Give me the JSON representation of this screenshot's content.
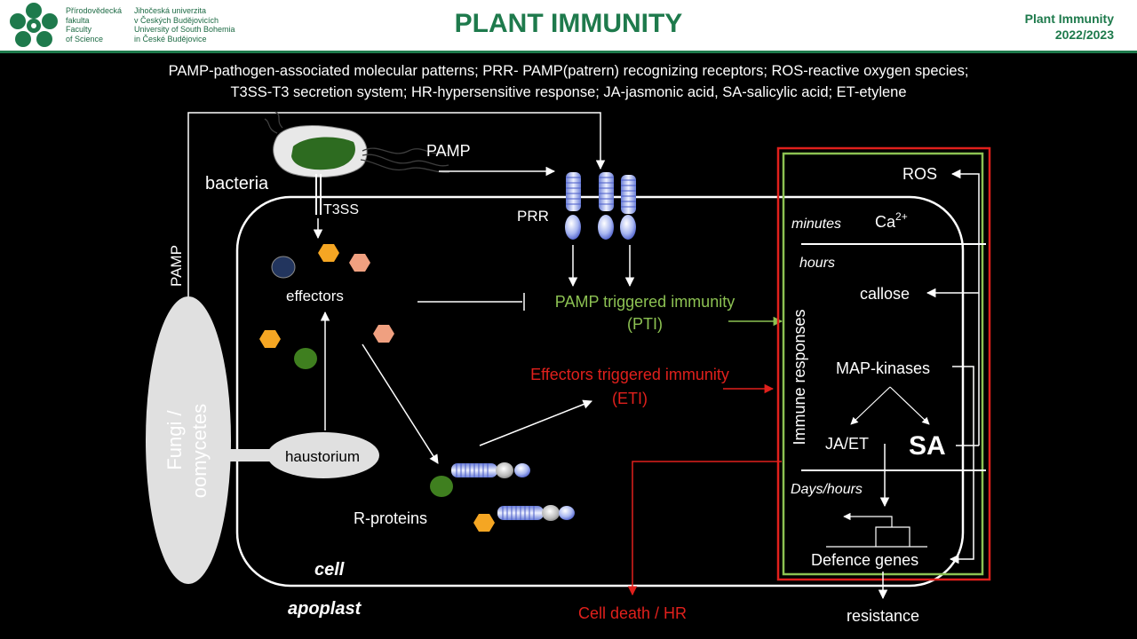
{
  "header": {
    "logo_lines_1": [
      "Přírodovědecká",
      "fakulta",
      "Faculty",
      "of Science"
    ],
    "logo_lines_2": [
      "Jihočeská univerzita",
      "v Českých Budějovicích",
      "University of South Bohemia",
      "in České Budějovice"
    ],
    "title": "PLANT IMMUNITY",
    "course": "Plant Immunity",
    "year": "2022/2023"
  },
  "abbreviations": {
    "line1": "PAMP-pathogen-associated molecular patterns; PRR- PAMP(patrern) recognizing receptors; ROS-reactive oxygen species;",
    "line2": "T3SS-T3 secretion system; HR-hypersensitive response; JA-jasmonic acid, SA-salicylic acid; ET-etylene"
  },
  "diagram": {
    "bacteria": "bacteria",
    "pamp_top": "PAMP",
    "pamp_side": "PAMP",
    "t3ss": "T3SS",
    "prr": "PRR",
    "effectors": "effectors",
    "pti_line1": "PAMP triggered immunity",
    "pti_line2": "(PTI)",
    "eti_line1": "Effectors triggered immunity",
    "eti_line2": "(ETI)",
    "fungi_line1": "Fungi /",
    "fungi_line2": "oomycetes",
    "haustorium": "haustorium",
    "r_proteins": "R-proteins",
    "cell": "cell",
    "apoplast": "apoplast",
    "cell_death": "Cell death / HR",
    "immune_responses": "Immune responses",
    "ros": "ROS",
    "minutes": "minutes",
    "ca": "Ca",
    "ca_charge": "2+",
    "hours": "hours",
    "callose": "callose",
    "map_kinases": "MAP-kinases",
    "ja_et": "JA/ET",
    "sa": "SA",
    "days_hours": "Days/hours",
    "defence_genes": "Defence genes",
    "resistance": "resistance"
  },
  "colors": {
    "brand_green": "#1e7a4c",
    "pti_green": "#8cc152",
    "eti_red": "#e0201c",
    "box_red": "#e0201c",
    "box_green": "#8cc152",
    "effector_orange": "#f5a623",
    "effector_salmon": "#f0a080",
    "effector_navy": "#22355e",
    "effector_green": "#3f7f1f",
    "receptor_blue": "#a9b7f0"
  },
  "icons": [
    "university-logo-icon",
    "bacterium-icon",
    "receptor-icon"
  ]
}
